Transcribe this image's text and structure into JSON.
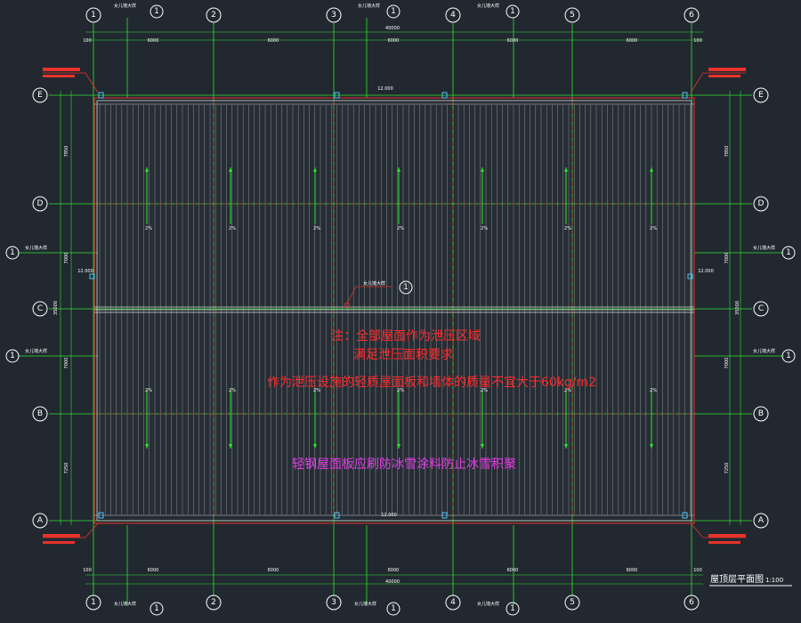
{
  "axes": {
    "columns": [
      "1",
      "2",
      "3",
      "4",
      "5",
      "6"
    ],
    "rows": [
      "E",
      "D",
      "C",
      "B",
      "A"
    ],
    "sub_axis_label": "1"
  },
  "dimensions": {
    "top_total": "40000",
    "top_spans": [
      "6000",
      "6000",
      "6000",
      "6000"
    ],
    "edge_offset": "100",
    "bottom_total": "40000",
    "bottom_spans": [
      "6000",
      "6000"
    ],
    "left_spans": [
      "7850",
      "7000",
      "7000",
      "7250"
    ],
    "left_total": "35000",
    "right_spans": [
      "7850",
      "7000",
      "7000",
      "7250"
    ],
    "right_total": "35000"
  },
  "elevations": {
    "ridge_top": "12.000",
    "ridge_bottom": "12.000",
    "left_mid": "12.000",
    "right_mid": "12.000"
  },
  "labels": {
    "wall_label": "女儿墙大样",
    "slope": "2%"
  },
  "notes": {
    "line1": "注：全部屋面作为泄压区域",
    "line2": "满足泄压面积要求",
    "line3": "作为泄压设施的轻质屋面板和墙体的质量不宜大于60kg/m2",
    "line4": "轻钢屋面板应刷防冰雪涂料防止冰雪积聚"
  },
  "title": {
    "text": "屋顶层平面图",
    "scale": "1:100"
  },
  "colors": {
    "background": "#212830",
    "grid": "#2ee62e",
    "outline": "#e8322a",
    "note_red": "#ff2a2a",
    "note_magenta": "#e63be6"
  }
}
